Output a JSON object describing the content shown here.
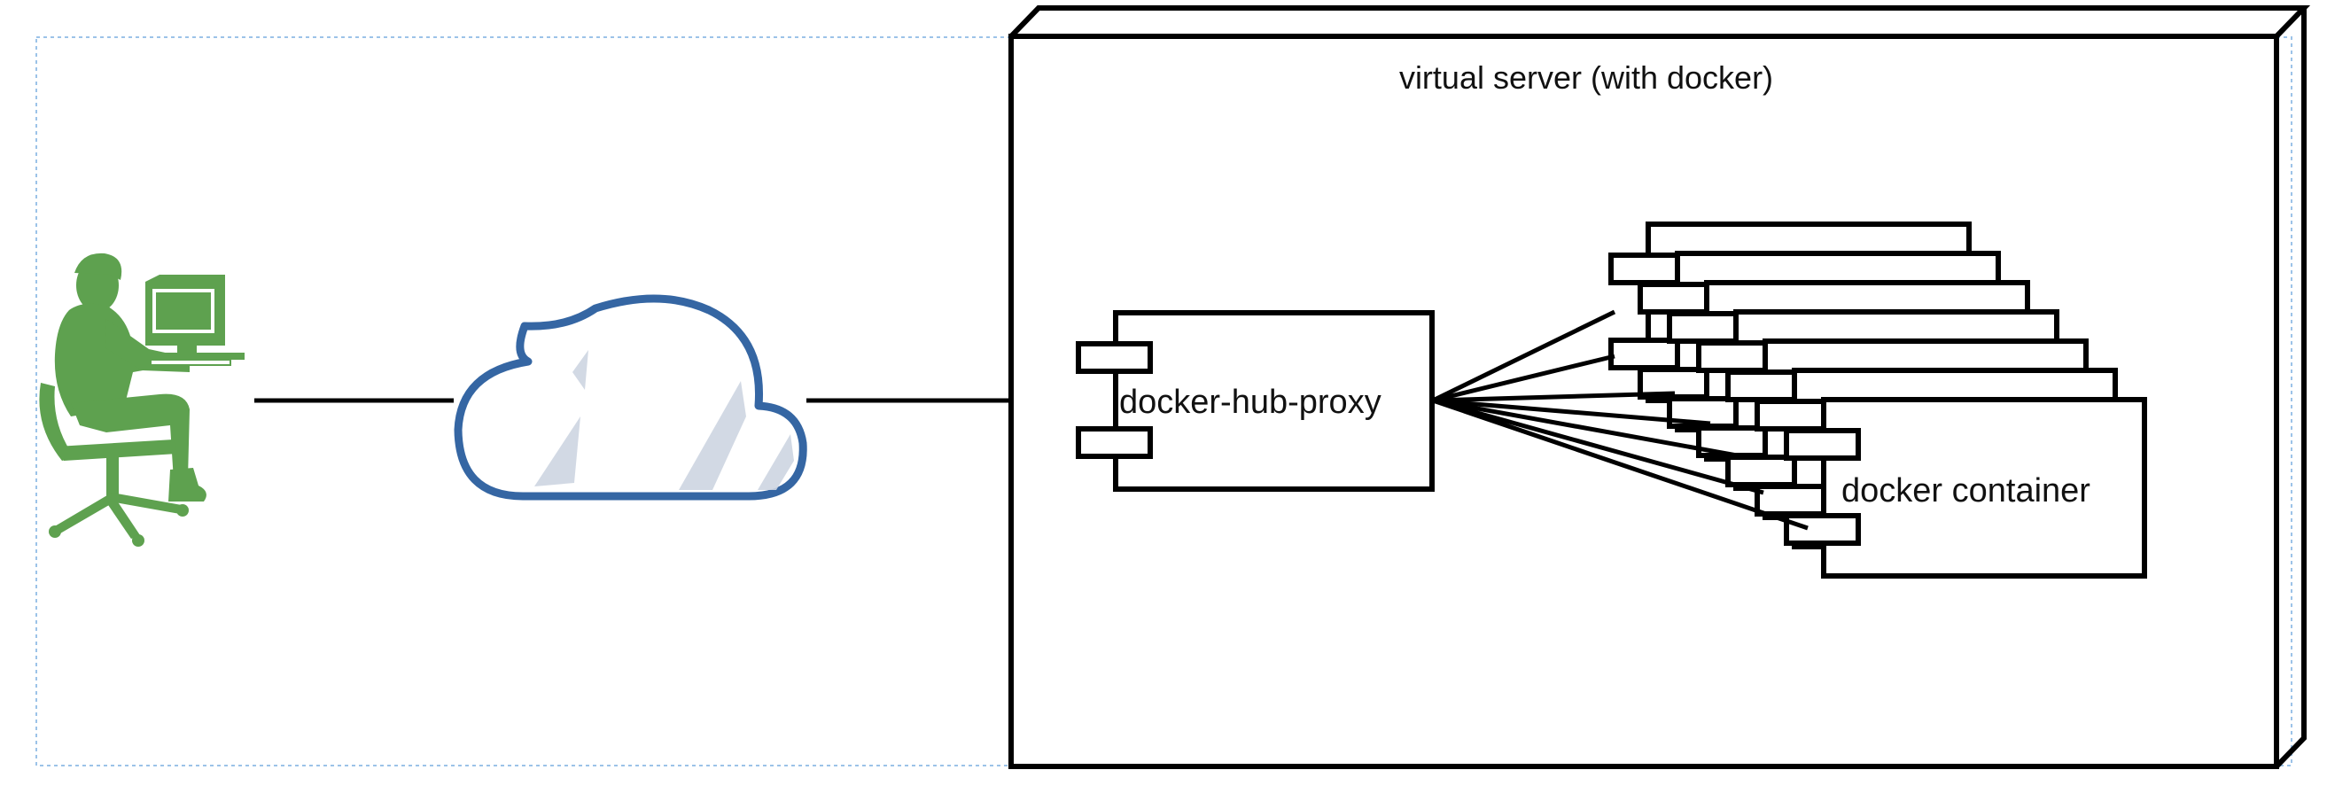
{
  "server": {
    "title": "virtual server (with docker)"
  },
  "proxy": {
    "label": "docker-hub-proxy"
  },
  "container": {
    "label": "docker container"
  },
  "colors": {
    "user": "#5ea14f",
    "cloud_stroke": "#3566a3",
    "cloud_fill": "#ffffff",
    "cloud_shade": "#cdd5e1",
    "lines": "#000000",
    "frame": "#9cc3e8"
  },
  "icons": {
    "user": "user-at-computer-icon",
    "cloud": "cloud-icon"
  }
}
